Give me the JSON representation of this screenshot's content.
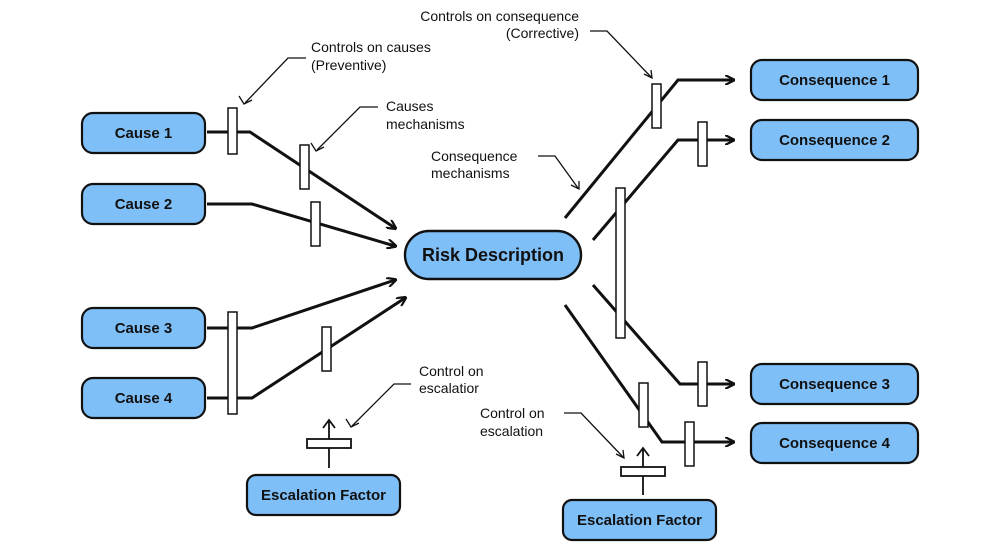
{
  "colors": {
    "node_fill": "#7fbff8",
    "stroke": "#111111",
    "barrier_fill": "#ffffff",
    "background": "#ffffff"
  },
  "center": {
    "label": "Risk Description"
  },
  "causes": [
    {
      "label": "Cause 1"
    },
    {
      "label": "Cause 2"
    },
    {
      "label": "Cause 3"
    },
    {
      "label": "Cause 4"
    }
  ],
  "consequences": [
    {
      "label": "Consequence 1"
    },
    {
      "label": "Consequence 2"
    },
    {
      "label": "Consequence 3"
    },
    {
      "label": "Consequence 4"
    }
  ],
  "escalation_left": {
    "label": "Escalation Factor"
  },
  "escalation_right": {
    "label": "Escalation Factor"
  },
  "annotations": {
    "controls_on_causes": [
      "Controls on causes",
      "(Preventive)"
    ],
    "causes_mechanisms": [
      "Causes",
      "mechanisms"
    ],
    "controls_on_consequence": [
      "Controls on consequence",
      "(Corrective)"
    ],
    "consequence_mechanisms": [
      "Consequence",
      "mechanisms"
    ],
    "control_on_escalation_left": [
      "Control on",
      "escalatior"
    ],
    "control_on_escalation_right": [
      "Control on",
      "escalation"
    ]
  }
}
